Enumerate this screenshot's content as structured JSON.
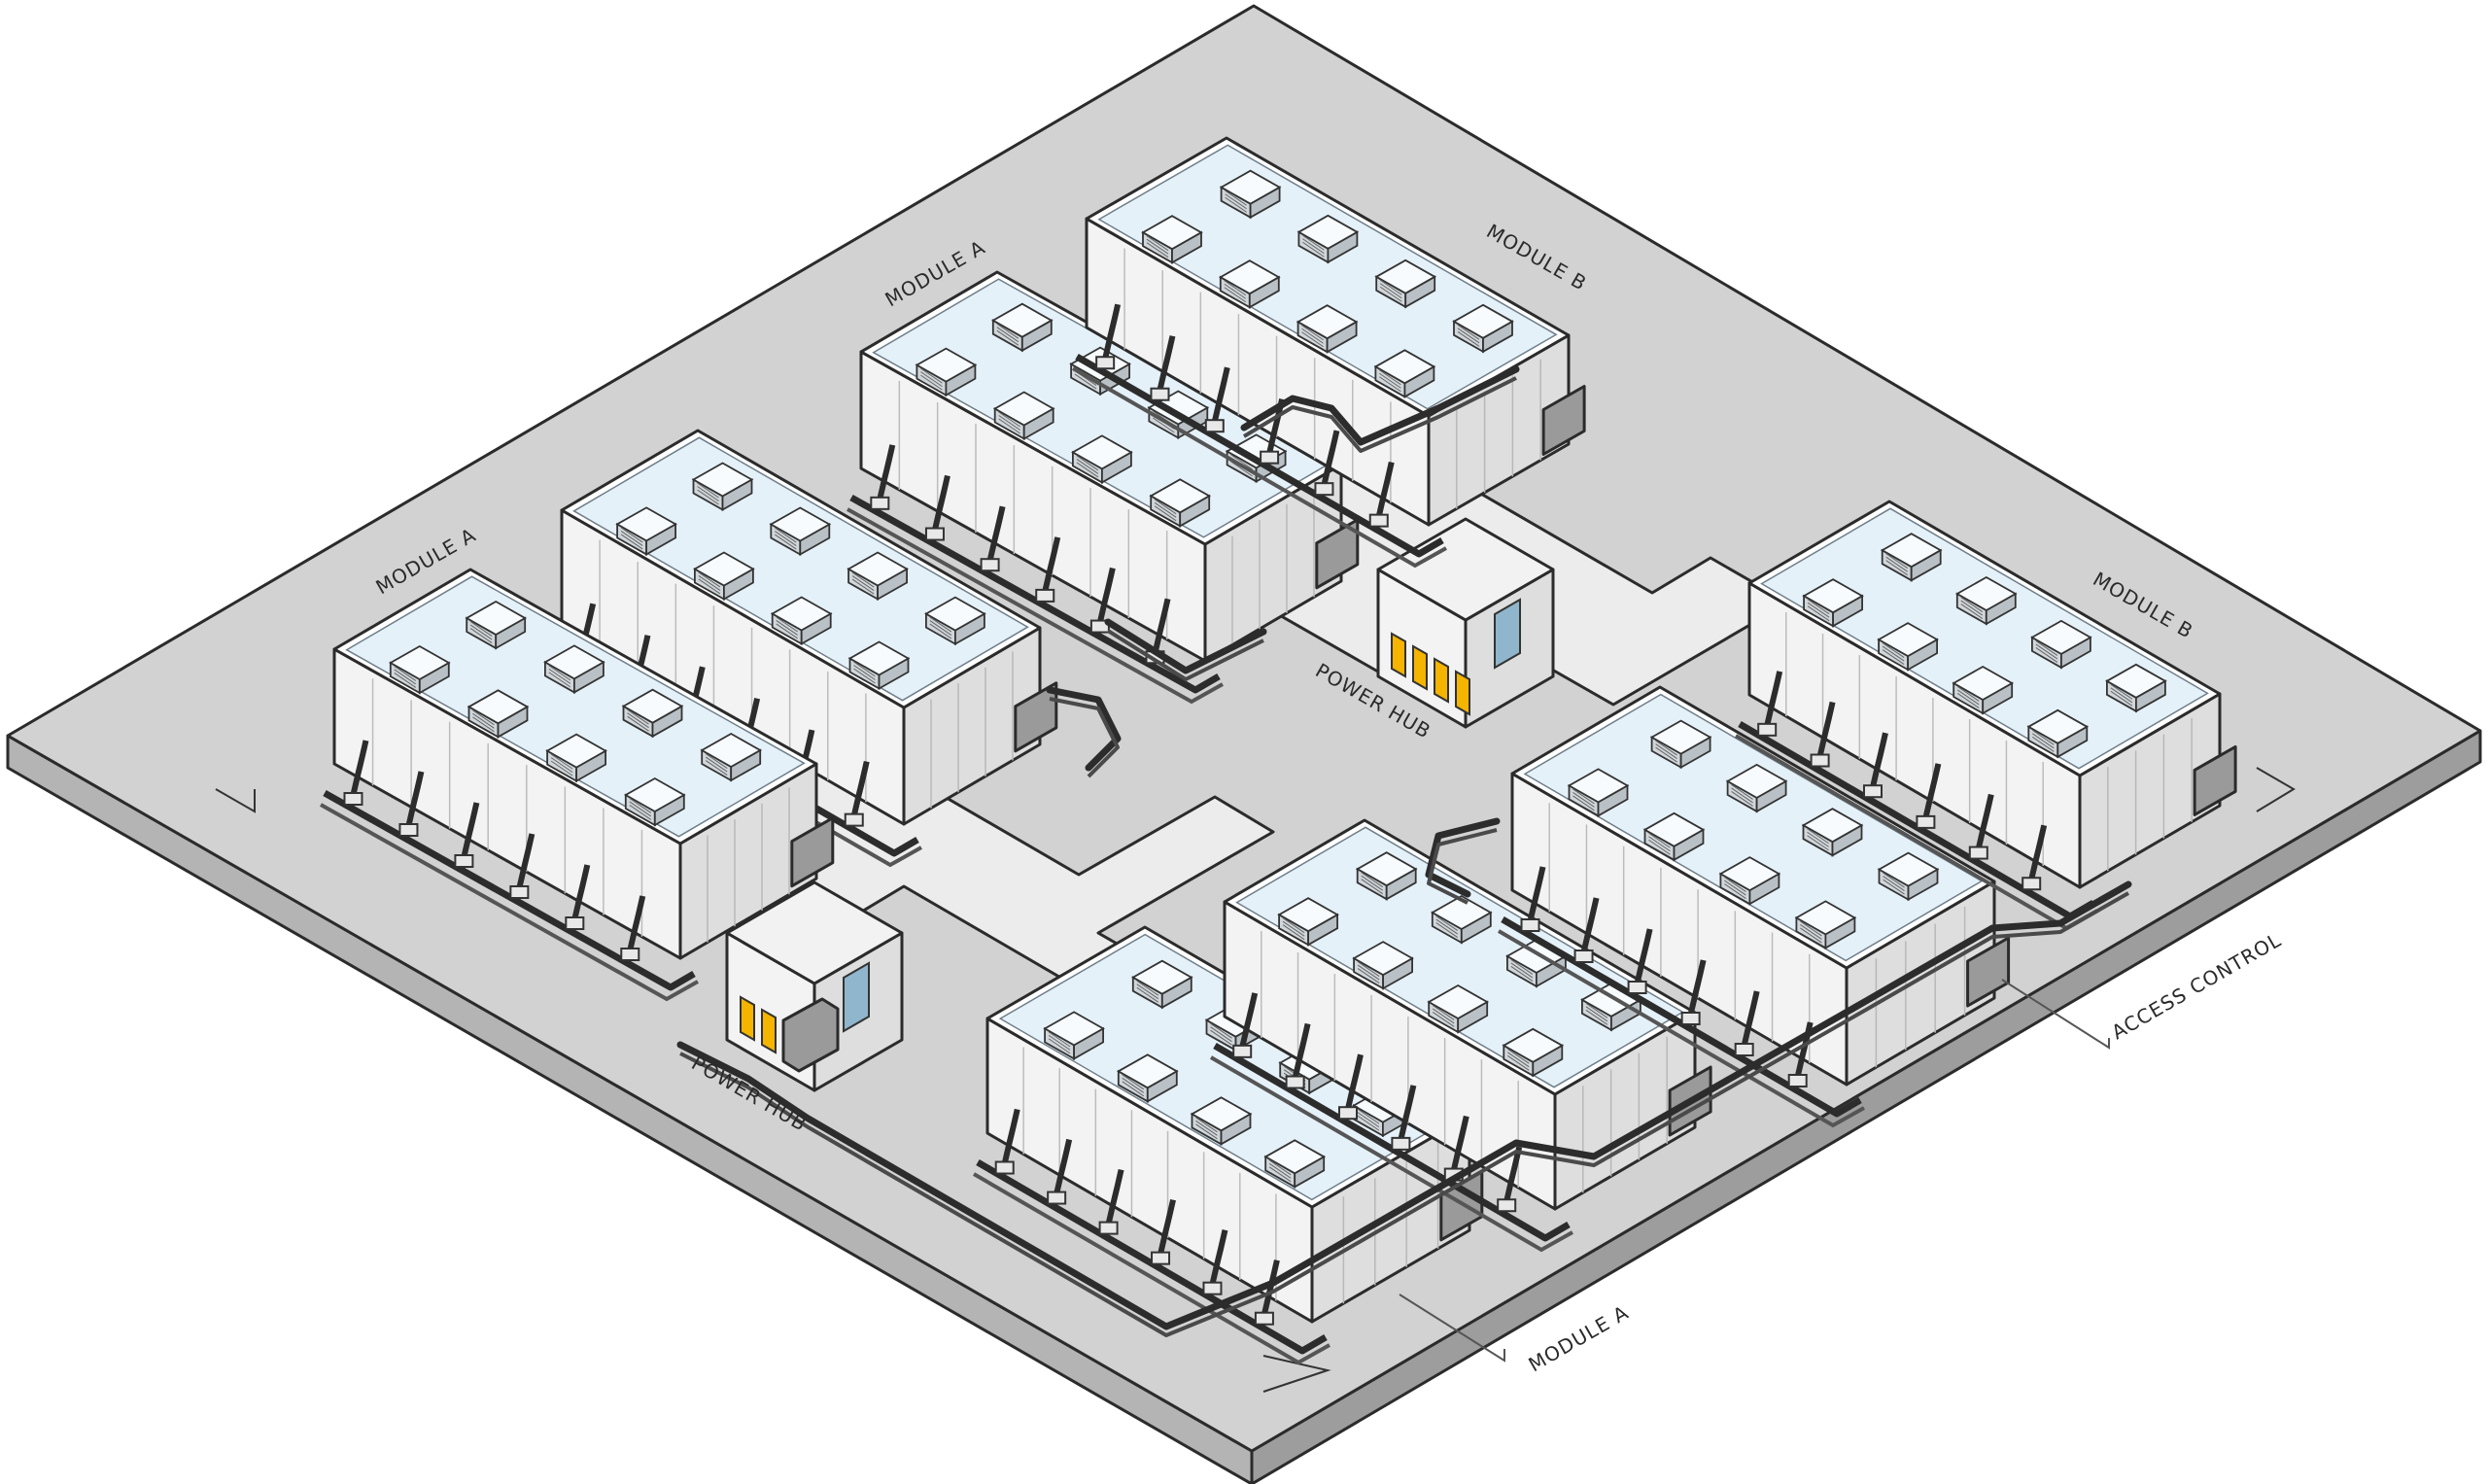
{
  "colors": {
    "slab_top": "#d2d2d2",
    "slab_left": "#b4b4b4",
    "slab_right": "#9d9d9d",
    "roof": "#e5f1f9",
    "wall_left": "#f3f3f3",
    "wall_right": "#dedede",
    "corridor": "#ececec",
    "hub_roof": "#f2f2f2",
    "cable": "#2c2c2c",
    "door_yellow": "#f4b400",
    "glass": "#8fb6cc",
    "shadow": "#bdbdbd"
  },
  "icons": [
    "hvac-unit-icon",
    "cable-conduit-icon",
    "door-icon",
    "electrical-box-icon"
  ],
  "labels": {
    "module_a_left": "MODULE A",
    "module_a_top": "MODULE A",
    "module_b_top": "MODULE B",
    "module_b_right": "MODULE B",
    "power_hub_center": "POWER HUB",
    "power_hub_left": "POWER HUB",
    "access_control": "ACCESS CONTROL",
    "module_a_bottom": "MODULE A"
  }
}
